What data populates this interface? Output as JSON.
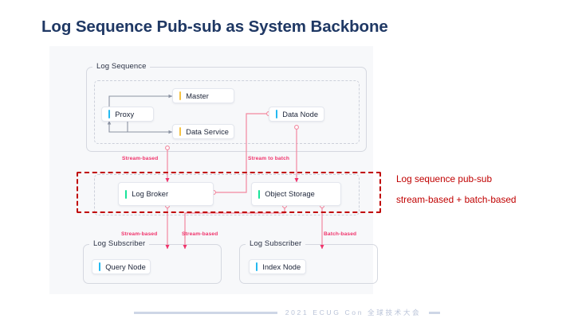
{
  "slide": {
    "title": "Log Sequence Pub-sub as System Backbone",
    "footer_text": "2021  ECUG  Con  全球技术大会"
  },
  "diagram": {
    "groups": [
      {
        "name": "log-sequence",
        "label": "Log Sequence"
      },
      {
        "name": "log-subscriber-left",
        "label": "Log Subscriber"
      },
      {
        "name": "log-subscriber-right",
        "label": "Log Subscriber"
      }
    ],
    "nodes": [
      {
        "name": "master",
        "label": "Master",
        "accent": "yellow"
      },
      {
        "name": "proxy",
        "label": "Proxy",
        "accent": "cyan"
      },
      {
        "name": "data-service",
        "label": "Data Service",
        "accent": "yellow"
      },
      {
        "name": "data-node",
        "label": "Data Node",
        "accent": "cyan"
      },
      {
        "name": "log-broker",
        "label": "Log Broker",
        "accent": "green"
      },
      {
        "name": "object-storage",
        "label": "Object Storage",
        "accent": "green"
      },
      {
        "name": "query-node",
        "label": "Query Node",
        "accent": "cyan"
      },
      {
        "name": "index-node",
        "label": "Index Node",
        "accent": "cyan"
      }
    ],
    "edge_labels": [
      {
        "name": "edge-stream-based-broker",
        "text": "Stream-based"
      },
      {
        "name": "edge-stream-to-batch",
        "text": "Stream to batch"
      },
      {
        "name": "edge-stream-based-query-a",
        "text": "Stream-based"
      },
      {
        "name": "edge-stream-based-query-b",
        "text": "Stream-based"
      },
      {
        "name": "edge-batch-based-index",
        "text": "Batch-based"
      }
    ]
  },
  "annotation": {
    "line1": "Log sequence pub-sub",
    "line2": "stream-based + batch-based"
  },
  "colors": {
    "title": "#1f3864",
    "highlight": "#c00000",
    "edge": "#f0336b",
    "accent_yellow": "#f5c242",
    "accent_cyan": "#24b9f0",
    "accent_green": "#18e39a",
    "panel_bg": "#f7f8fa"
  }
}
